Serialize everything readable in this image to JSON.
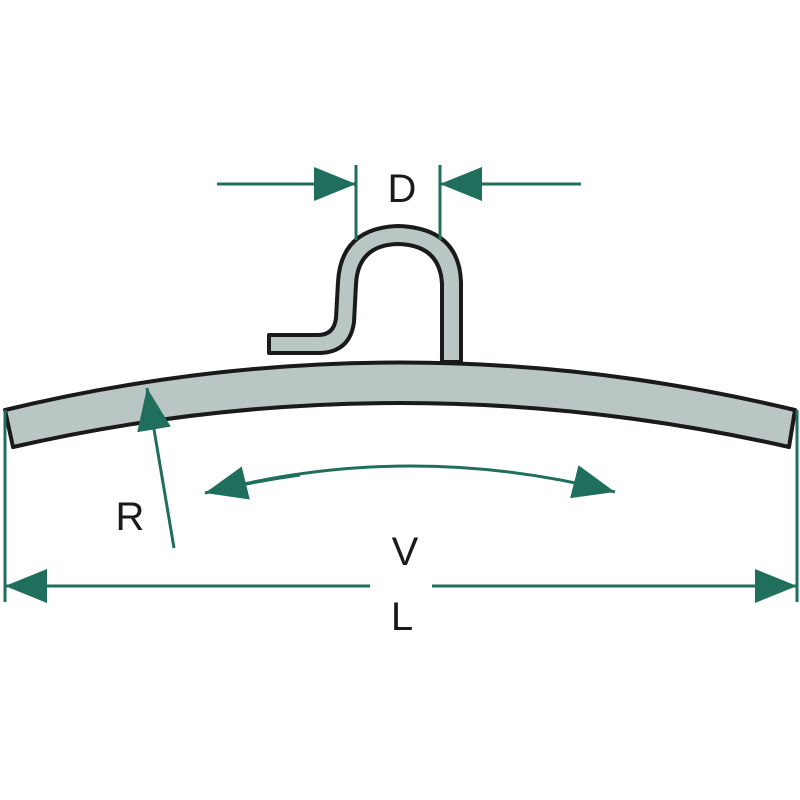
{
  "colors": {
    "dimension": "#1f6f5c",
    "part_fill": "#b9c6c4",
    "outline": "#1a1a1a"
  },
  "labels": {
    "D": "D",
    "R": "R",
    "V": "V",
    "L": "L"
  }
}
